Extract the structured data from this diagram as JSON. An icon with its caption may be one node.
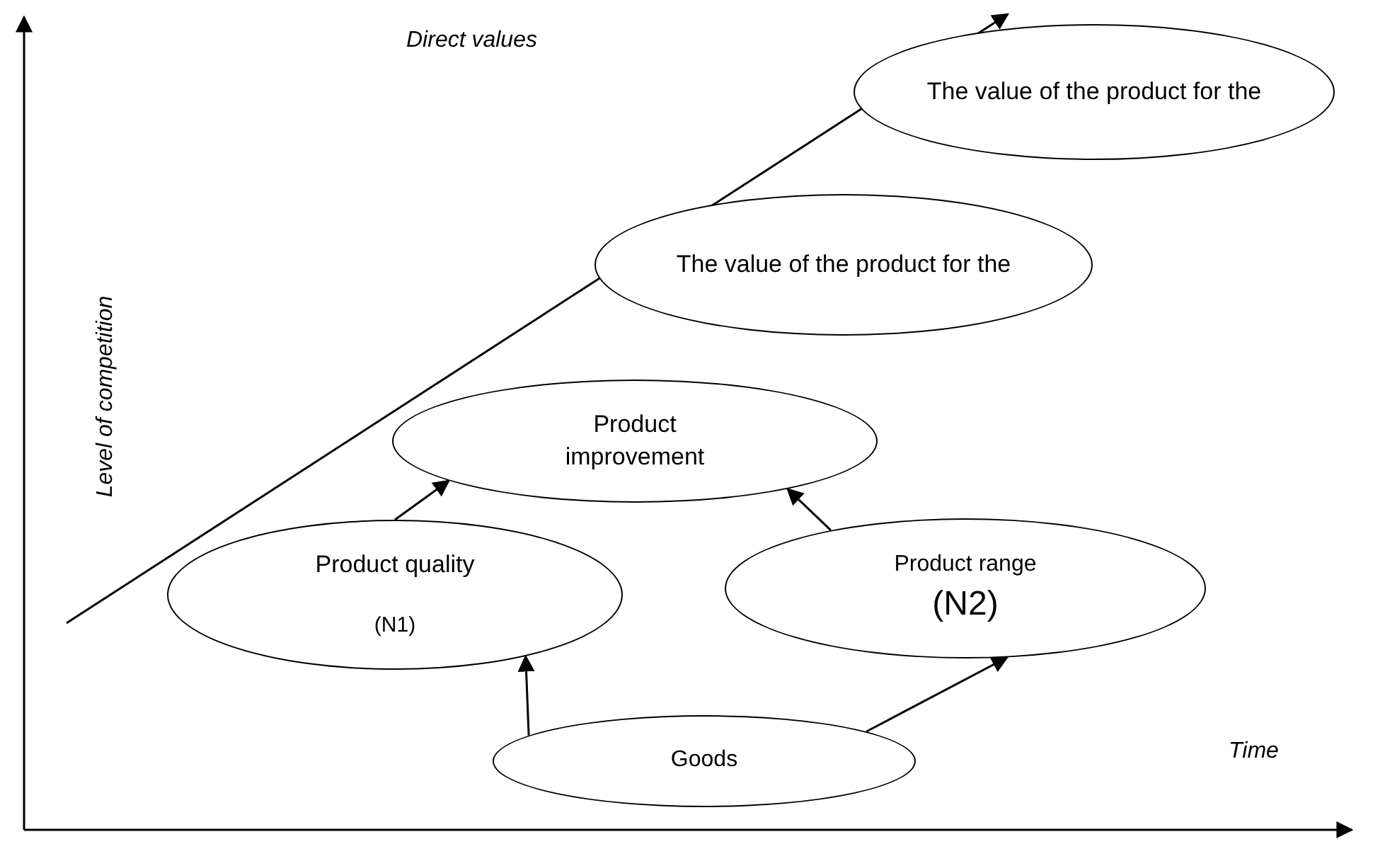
{
  "diagram": {
    "nodes": [
      {
        "text": [
          "The value of the product for the"
        ]
      },
      {
        "text": [
          "The value of the product for the"
        ]
      },
      {
        "text": [
          "Product improvement"
        ]
      },
      {
        "text": [
          "Product quality",
          "(N1)"
        ]
      },
      {
        "text": [
          "Product range",
          "(N2)"
        ]
      },
      {
        "text": [
          "Goods"
        ]
      }
    ],
    "edges": [
      {
        "from": 5,
        "to": 3,
        "arrow": "to"
      },
      {
        "from": 5,
        "to": 4,
        "arrow": "to"
      },
      {
        "from": 3,
        "to": 2,
        "arrow": "to"
      },
      {
        "from": 4,
        "to": 2,
        "arrow": "to"
      }
    ],
    "labels": [
      "Direct values",
      "Level of competition",
      "Time"
    ]
  }
}
